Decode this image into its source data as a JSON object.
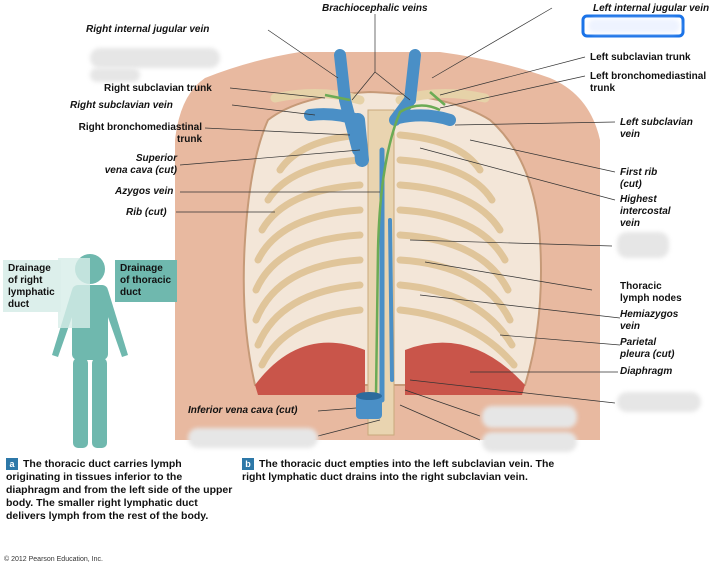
{
  "labels": {
    "brachiocephalic_veins": "Brachiocephalic veins",
    "left_internal_jugular_vein": "Left internal jugular vein",
    "right_internal_jugular_vein": "Right internal jugular vein",
    "right_subclavian_trunk": "Right subclavian trunk",
    "left_subclavian_trunk": "Left subclavian trunk",
    "left_bronchomediastinal_trunk_1": "Left bronchomediastinal",
    "left_bronchomediastinal_trunk_2": "trunk",
    "right_subclavian_vein": "Right subclavian vein",
    "right_bronchomediastinal_trunk_1": "Right bronchomediastinal",
    "right_bronchomediastinal_trunk_2": "trunk",
    "left_subclavian_vein_1": "Left subclavian",
    "left_subclavian_vein_2": "vein",
    "superior_vena_cava_1": "Superior",
    "superior_vena_cava_2": "vena cava (cut)",
    "first_rib_1": "First rib",
    "first_rib_2": "(cut)",
    "azygos_vein": "Azygos vein",
    "highest_intercostal_vein_1": "Highest",
    "highest_intercostal_vein_2": "intercostal",
    "highest_intercostal_vein_3": "vein",
    "rib_cut": "Rib (cut)",
    "drainage_right_1": "Drainage",
    "drainage_right_2": "of right",
    "drainage_right_3": "lymphatic",
    "drainage_right_4": "duct",
    "drainage_thoracic_1": "Drainage",
    "drainage_thoracic_2": "of thoracic",
    "drainage_thoracic_3": "duct",
    "thoracic_lymph_nodes_1": "Thoracic",
    "thoracic_lymph_nodes_2": "lymph nodes",
    "hemiazygos_vein_1": "Hemiazygos",
    "hemiazygos_vein_2": "vein",
    "parietal_pleura_1": "Parietal",
    "parietal_pleura_2": "pleura (cut)",
    "diaphragm": "Diaphragm",
    "inferior_vena_cava": "Inferior vena cava (cut)"
  },
  "captions": {
    "a_badge": "a",
    "a_text": "The thoracic duct carries lymph originating in tissues inferior to the diaphragm and from the left side of the upper body. The smaller right lymphatic duct delivers lymph from the rest of the body.",
    "b_badge": "b",
    "b_text": "The thoracic duct empties into the left subclavian vein. The right lymphatic duct drains into the right subclavian vein."
  },
  "copyright": "© 2012 Pearson Education, Inc.",
  "colors": {
    "vein": "#4a8fc6",
    "lymph": "#6bab55",
    "rib": "#e3c89a",
    "diaphragm": "#c9554a",
    "body_silhouette": "#6fb8ae",
    "highlight": "#1a73e8"
  }
}
